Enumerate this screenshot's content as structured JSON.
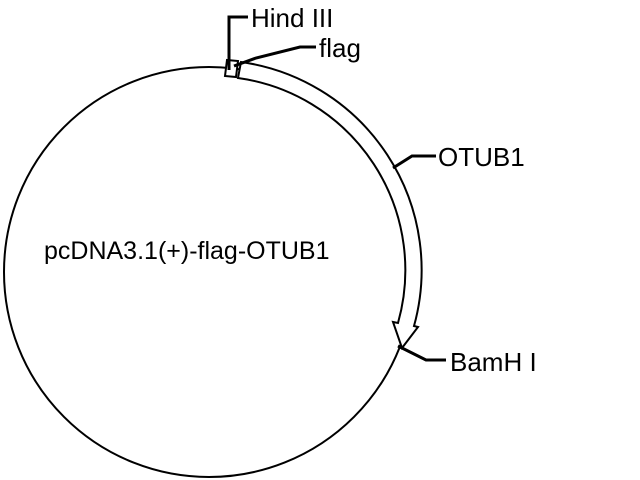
{
  "plasmid": {
    "name": "pcDNA3.1(+)-flag-OTUB1"
  },
  "features": {
    "hind3": {
      "label": "Hind III"
    },
    "flag": {
      "label": "flag"
    },
    "otub1": {
      "label": "OTUB1"
    },
    "bamh1": {
      "label": "BamH I"
    }
  },
  "colors": {
    "line": "#000000",
    "background": "#ffffff"
  }
}
